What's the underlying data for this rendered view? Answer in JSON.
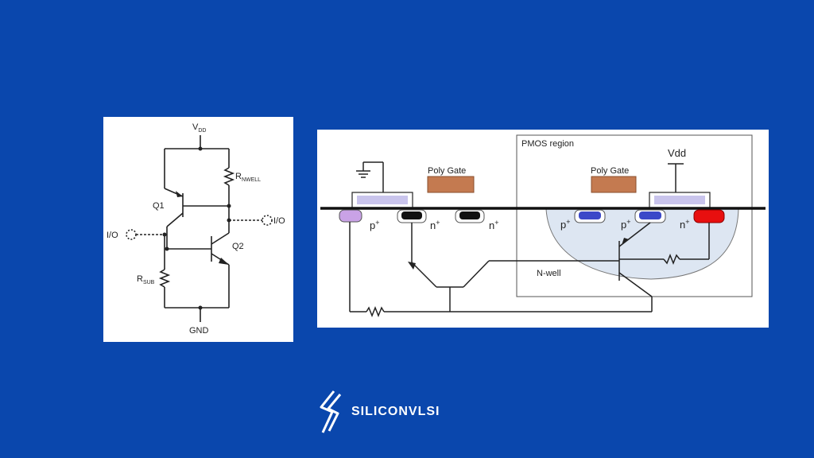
{
  "left_diagram": {
    "vdd_main": "V",
    "vdd_sub": "DD",
    "rnwell_main": "R",
    "rnwell_sub": "NWELL",
    "rsub_main": "R",
    "rsub_sub": "SUB",
    "q1": "Q1",
    "q2": "Q2",
    "io_left": "I/O",
    "io_right": "I/O",
    "gnd": "GND"
  },
  "right_diagram": {
    "pmos_region": "PMOS region",
    "poly_gate_left": "Poly Gate",
    "poly_gate_right": "Poly Gate",
    "vdd": "Vdd",
    "p_plus_1": "p",
    "n_plus_1": "n",
    "n_plus_2": "n",
    "p_plus_2": "p",
    "p_plus_3": "p",
    "n_plus_3": "n",
    "plus": "+",
    "nwell": "N-well",
    "colors": {
      "poly_gate": "#c47a50",
      "gate_oxide": "#c9c4ec",
      "p_substrate_contact": "#c9a2e6",
      "n_diffusion": "#111111",
      "p_diffusion": "#3b48c8",
      "n_well_contact": "#e80f0f",
      "n_well": "#dde6f2"
    }
  },
  "brand": {
    "name": "SILICONVLSI",
    "logo": "lightning-bolt-logo"
  }
}
